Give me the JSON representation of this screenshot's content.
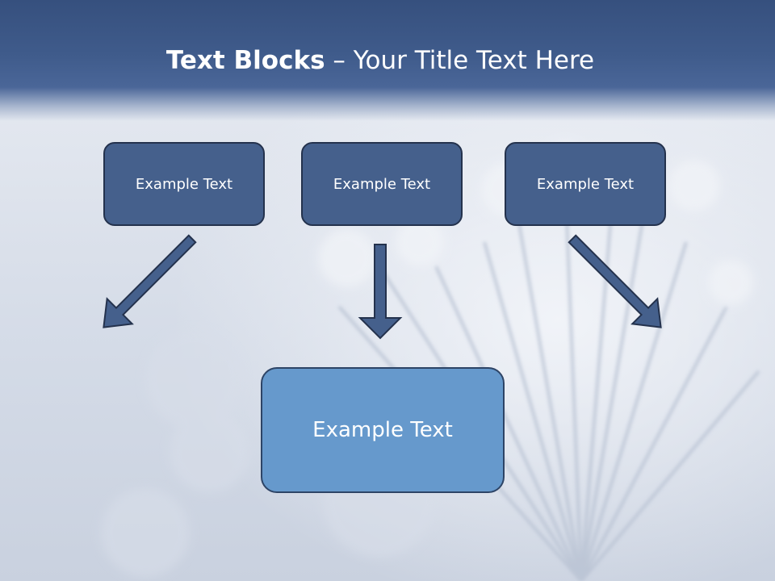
{
  "title": {
    "bold": "Text Blocks",
    "separator": " – ",
    "rest": "Your Title Text Here"
  },
  "blocks": [
    {
      "text": "Example Text"
    },
    {
      "text": "Example Text"
    },
    {
      "text": "Example Text"
    }
  ],
  "target": {
    "text": "Example Text"
  },
  "colors": {
    "title_band": "#3f5b8b",
    "block_fill": "#45608c",
    "block_border": "#24324d",
    "target_fill": "#6699cc",
    "arrow_fill": "#45608c",
    "arrow_border": "#24324d"
  }
}
